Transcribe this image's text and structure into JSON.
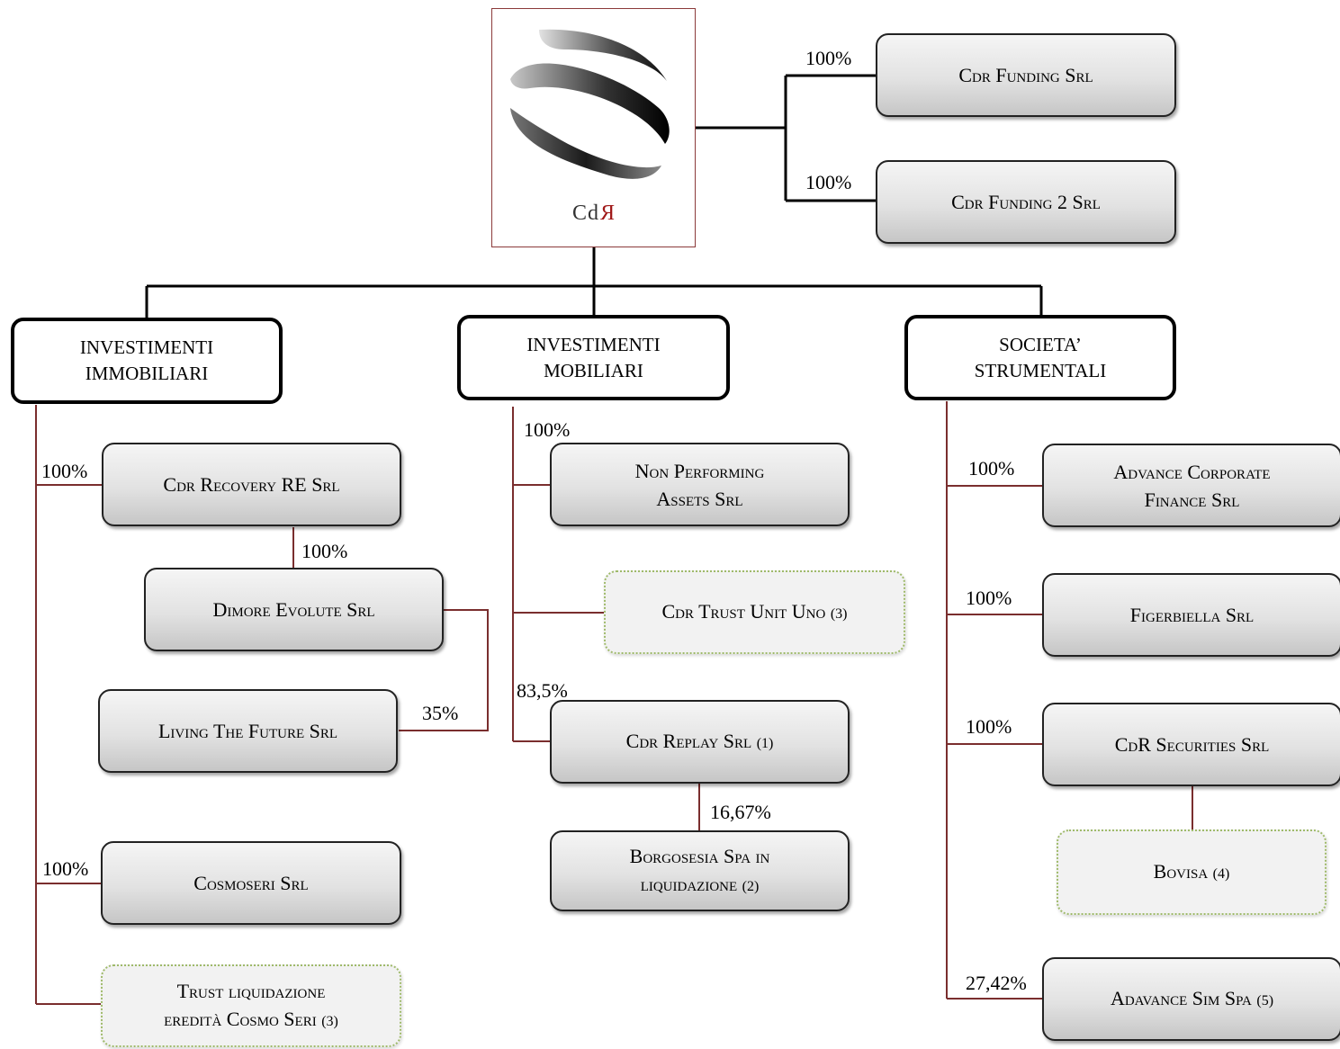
{
  "logo": {
    "text_prefix": "Cd",
    "text_r": "R"
  },
  "top_subsidiaries": [
    {
      "name": "Cdr Funding Srl",
      "pct": "100%"
    },
    {
      "name": "Cdr Funding 2 Srl",
      "pct": "100%"
    }
  ],
  "categories": [
    {
      "line1": "INVESTIMENTI",
      "line2": "IMMOBILIARI"
    },
    {
      "line1": "INVESTIMENTI",
      "line2": "MOBILIARI"
    },
    {
      "line1": "SOCIETA’",
      "line2": "STRUMENTALI"
    }
  ],
  "immobiliari": {
    "recovery": {
      "name": "Cdr Recovery RE Srl",
      "pct": "100%"
    },
    "dimore": {
      "name": "Dimore Evolute Srl",
      "pct": "100%"
    },
    "living": {
      "name": "Living The Future Srl",
      "pct": "35%"
    },
    "cosmoseri": {
      "name": "Cosmoseri Srl",
      "pct": "100%"
    },
    "trust": {
      "line1": "Trust liquidazione",
      "line2": "eredità Cosmo Seri",
      "note": "(3)"
    }
  },
  "mobiliari": {
    "npa": {
      "line1": "Non Performing",
      "line2": "Assets Srl",
      "pct": "100%"
    },
    "trust_unit": {
      "name": "Cdr Trust Unit Uno",
      "note": "(3)"
    },
    "replay": {
      "name": "Cdr Replay Srl",
      "note": "(1)",
      "pct": "83,5%"
    },
    "borgosesia": {
      "line1": "Borgosesia Spa in",
      "line2": "liquidazione",
      "note": "(2)",
      "pct": "16,67%"
    }
  },
  "strumentali": {
    "advance_cf": {
      "line1": "Advance Corporate",
      "line2": "Finance Srl",
      "pct": "100%"
    },
    "figerbiella": {
      "name": "Figerbiella Srl",
      "pct": "100%"
    },
    "securities": {
      "name": "CdR Securities Srl",
      "pct": "100%"
    },
    "bovisa": {
      "name": "Bovisa",
      "note": "(4)"
    },
    "adavance_sim": {
      "name": "Adavance Sim Spa",
      "note": "(5)",
      "pct": "27,42%"
    }
  }
}
